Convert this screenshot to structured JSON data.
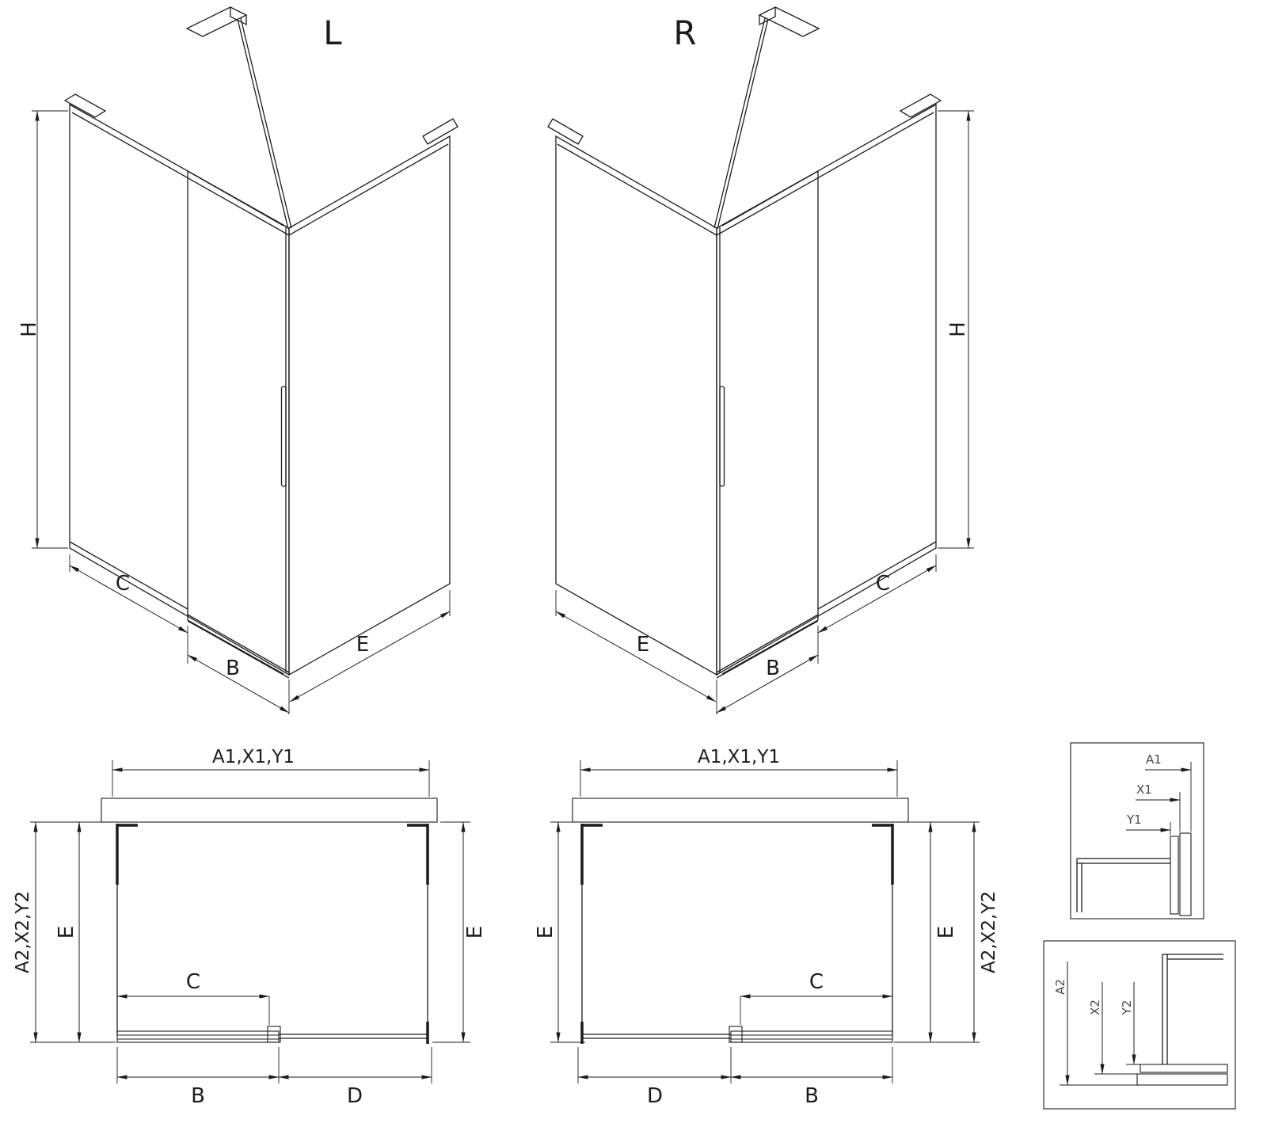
{
  "drawing": {
    "iso_l": {
      "title": "L",
      "dim_h": "H",
      "dim_c": "C",
      "dim_b": "B",
      "dim_e": "E"
    },
    "iso_r": {
      "title": "R",
      "dim_h": "H",
      "dim_c": "C",
      "dim_b": "B",
      "dim_e": "E"
    },
    "plan_l": {
      "dim_top": "A1,X1,Y1",
      "dim_side": "A2,X2,Y2",
      "dim_e_left": "E",
      "dim_e_right": "E",
      "dim_c": "C",
      "dim_b": "B",
      "dim_d": "D"
    },
    "plan_r": {
      "dim_top": "A1,X1,Y1",
      "dim_side": "A2,X2,Y2",
      "dim_e_left": "E",
      "dim_e_right": "E",
      "dim_c": "C",
      "dim_b": "B",
      "dim_d": "D"
    },
    "detail_top": {
      "dim_a1": "A1",
      "dim_x1": "X1",
      "dim_y1": "Y1"
    },
    "detail_bottom": {
      "dim_a2": "A2",
      "dim_x2": "X2",
      "dim_y2": "Y2"
    },
    "colors": {
      "line": "#1c1c1c",
      "text": "#1c1c1c",
      "detail_text": "#4a4a4a",
      "background": "#ffffff"
    }
  }
}
